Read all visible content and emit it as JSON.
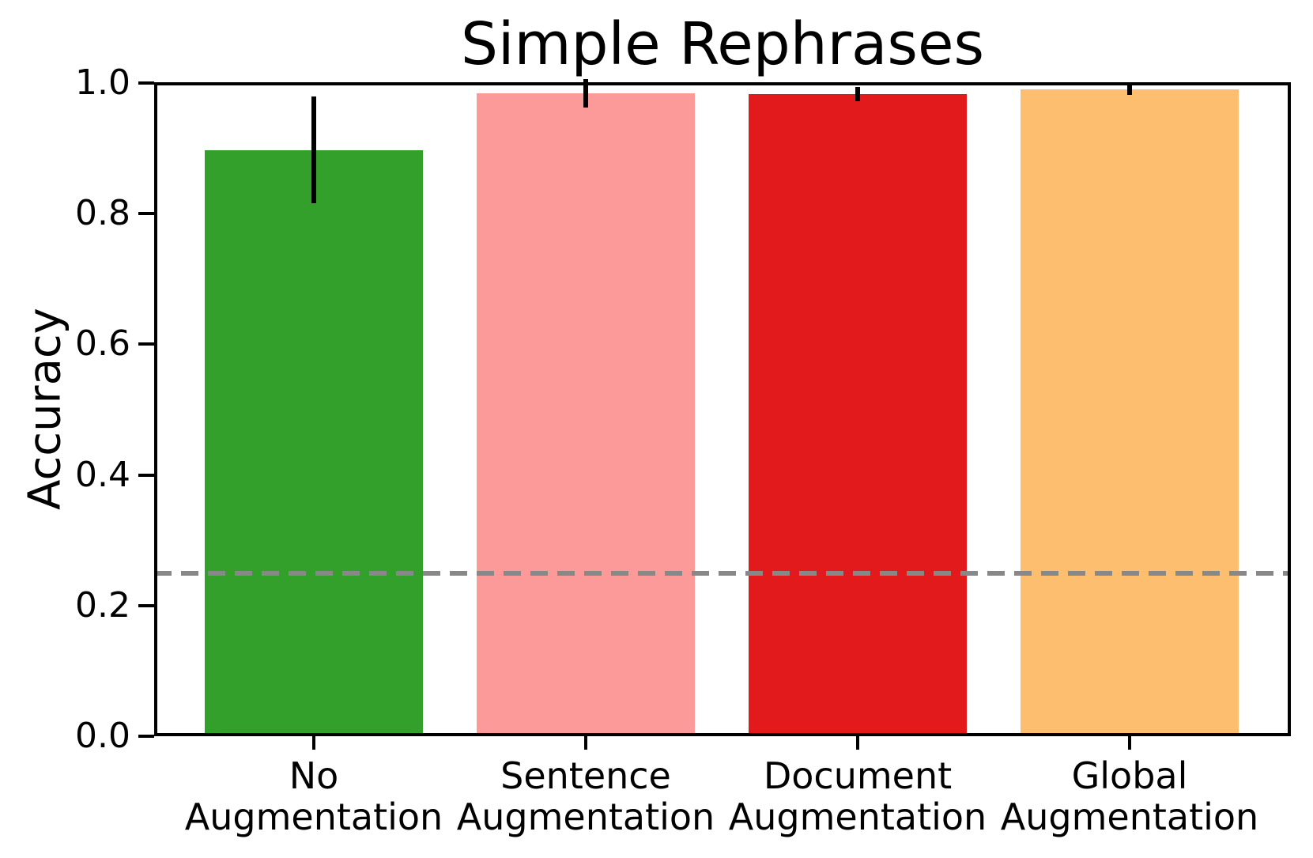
{
  "chart_data": {
    "type": "bar",
    "title": "Simple Rephrases",
    "ylabel": "Accuracy",
    "xlabel": "",
    "categories": [
      {
        "lines": [
          "No",
          "Augmentation"
        ]
      },
      {
        "lines": [
          "Sentence",
          "Augmentation"
        ]
      },
      {
        "lines": [
          "Document",
          "Augmentation"
        ]
      },
      {
        "lines": [
          "Global",
          "Augmentation"
        ]
      }
    ],
    "values": [
      0.897,
      0.984,
      0.983,
      0.99
    ],
    "errors": [
      0.082,
      0.022,
      0.011,
      0.008
    ],
    "bar_colors": [
      "#33a02c",
      "#fb9a99",
      "#e31a1c",
      "#fdbf6f"
    ],
    "error_bar_color": "#000000",
    "reference_line": {
      "value": 0.25,
      "color": "#888888",
      "style": "dashed"
    },
    "ylim": [
      0.0,
      1.0
    ],
    "yticks": [
      1.0,
      0.8,
      0.6,
      0.4,
      0.2,
      0.0
    ],
    "ytick_labels": [
      "1.0",
      "0.8",
      "0.6",
      "0.4",
      "0.2",
      "0.0"
    ],
    "grid": false,
    "legend": null
  }
}
